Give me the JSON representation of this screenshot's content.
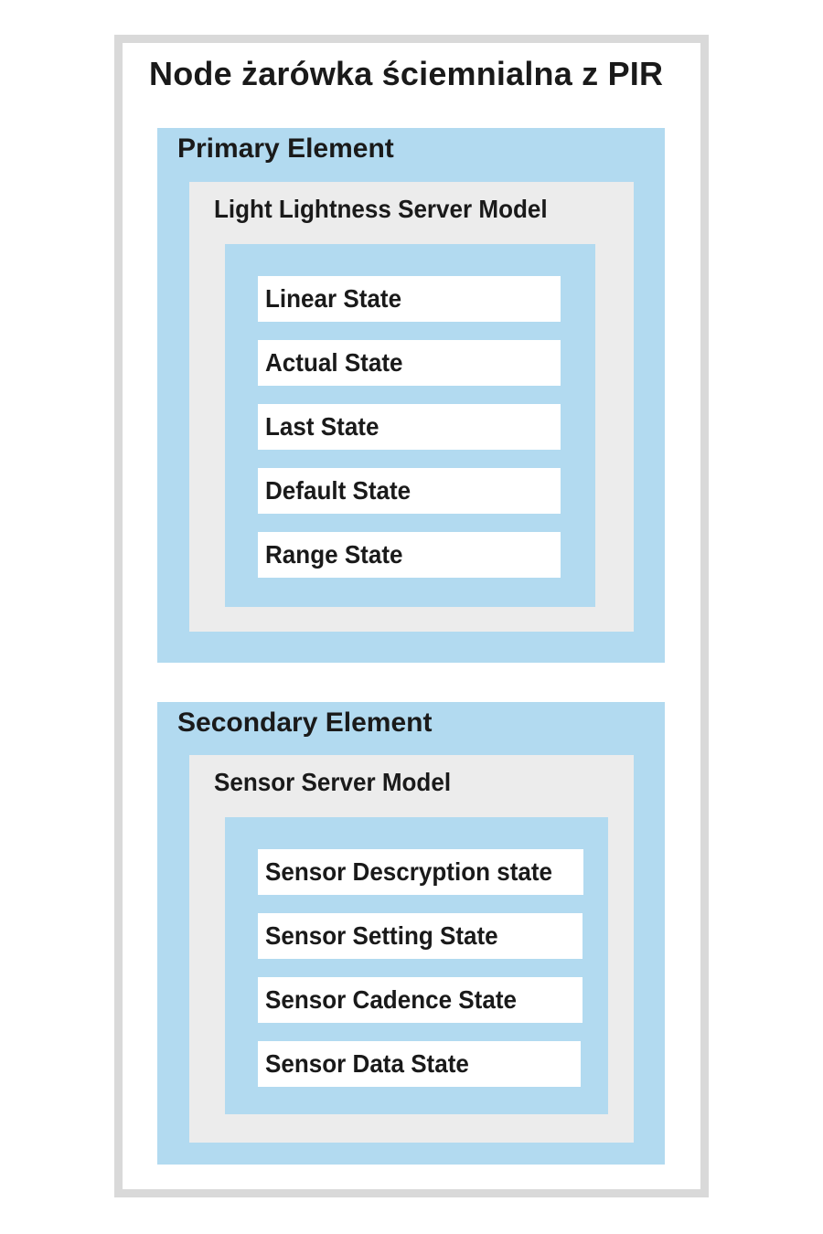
{
  "node": {
    "title": "Node żarówka ściemnialna z PIR"
  },
  "elements": [
    {
      "title": "Primary Element",
      "model": {
        "title": "Light Lightness Server Model",
        "states": [
          "Linear State",
          "Actual State",
          "Last State",
          "Default State",
          "Range State"
        ]
      }
    },
    {
      "title": "Secondary Element",
      "model": {
        "title": "Sensor Server Model",
        "states": [
          "Sensor Descryption state",
          "Sensor Setting State",
          "Sensor Cadence State",
          "Sensor Data State"
        ]
      }
    }
  ],
  "colors": {
    "element_fill": "#b2daf0",
    "model_fill": "#ececec",
    "state_fill": "#ffffff",
    "node_border": "#d9d9d9",
    "text": "#1a1a1a"
  }
}
